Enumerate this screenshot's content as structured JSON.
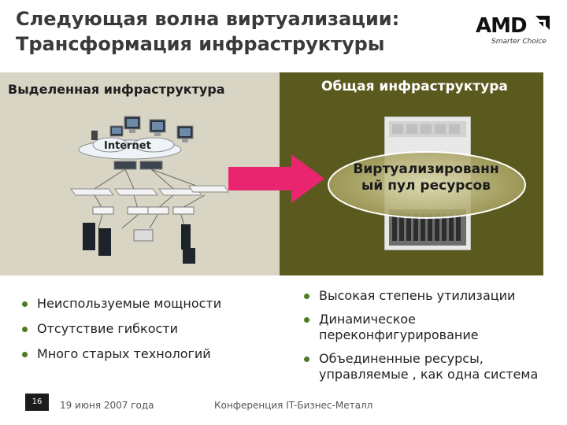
{
  "slide": {
    "title_line1": "Следующая волна виртуализации:",
    "title_line2": "Трансформация инфраструктуры"
  },
  "logo": {
    "word": "AMD",
    "tagline": "Smarter Choice",
    "mark_icon": "amd-arrow-icon"
  },
  "left_panel": {
    "header": "Выделенная инфраструктура",
    "internet_label": "Internet",
    "colors": {
      "background": "#d8d5c4"
    }
  },
  "right_panel": {
    "header": "Общая инфраструктура",
    "pool_label_line1": "Виртуализированн",
    "pool_label_line2": "ый пул ресурсов",
    "colors": {
      "background": "#5b5a1e"
    }
  },
  "arrow": {
    "icon": "right-arrow-icon",
    "color": "#e8256e"
  },
  "bullets_left": [
    "Неиспользуемые мощности",
    "Отсутствие гибкости",
    "Много старых технологий"
  ],
  "bullets_right": [
    "Высокая степень утилизации",
    "Динамическое переконфигурирование",
    "Объединенные ресурсы, управляемые , как одна система"
  ],
  "footer": {
    "page_number": "16",
    "date": "19 июня 2007 года",
    "conference": "Конференция IT-Бизнес-Металл"
  }
}
